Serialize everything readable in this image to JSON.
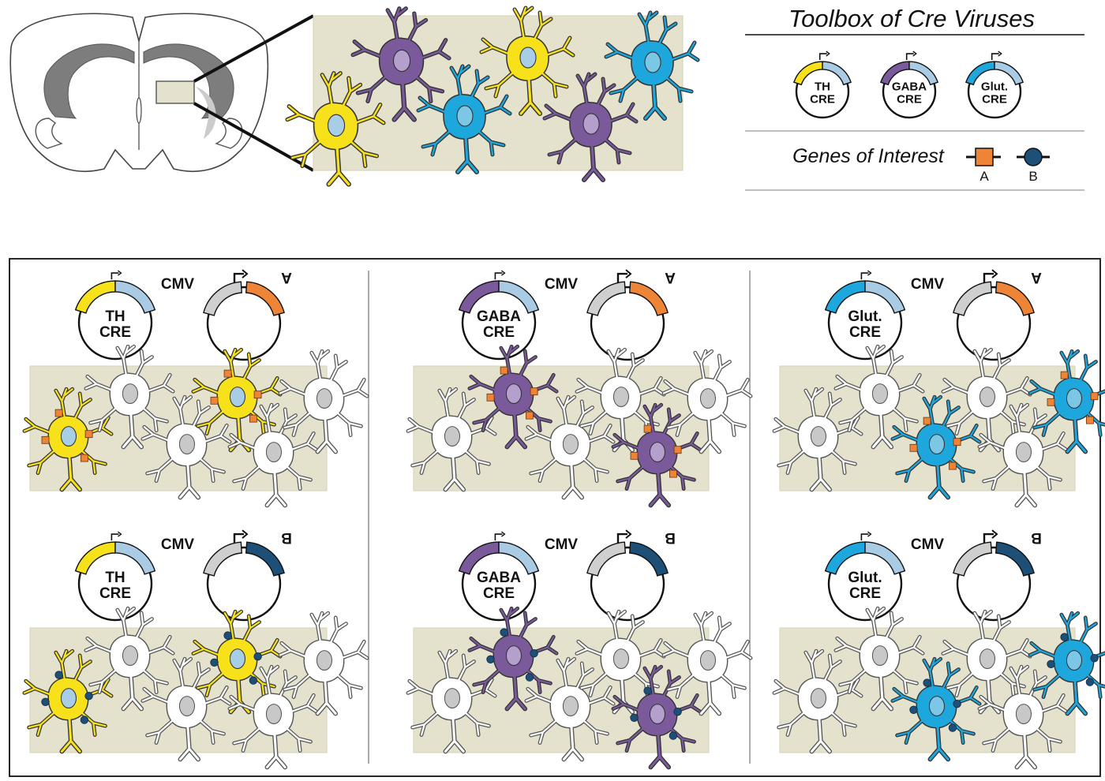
{
  "toolbox": {
    "title": "Toolbox of Cre Viruses",
    "viruses": [
      {
        "line1": "TH",
        "line2": "CRE",
        "color": "#f7e11b"
      },
      {
        "line1": "GABA",
        "line2": "CRE",
        "color": "#7b5a9c"
      },
      {
        "line1": "Glut.",
        "line2": "CRE",
        "color": "#1ea7dc"
      }
    ],
    "genes_label": "Genes of Interest",
    "gene_a": {
      "label": "A",
      "color": "#ee8436"
    },
    "gene_b": {
      "label": "B",
      "color": "#1d4f77"
    }
  },
  "panels": [
    {
      "cre_line1": "TH",
      "cre_line2": "CRE",
      "color": "#f7e11b",
      "nucleus": "#a8cde6"
    },
    {
      "cre_line1": "GABA",
      "cre_line2": "CRE",
      "color": "#7b5a9c",
      "nucleus": "#b59fcc"
    },
    {
      "cre_line1": "Glut.",
      "cre_line2": "CRE",
      "color": "#1ea7dc",
      "nucleus": "#7cc6e6"
    }
  ],
  "promoter_label": "CMV",
  "colors": {
    "tissue": "#e4e2cc",
    "tissue_stroke": "#d3d1b6",
    "cre_tail": "#a9cbe3",
    "promoter_arrow": "#cfcfcf",
    "gene_a": "#ee8436",
    "gene_b": "#1d4f77",
    "brain_gray": "#7d7d7d",
    "brain_light": "#cccccc"
  }
}
